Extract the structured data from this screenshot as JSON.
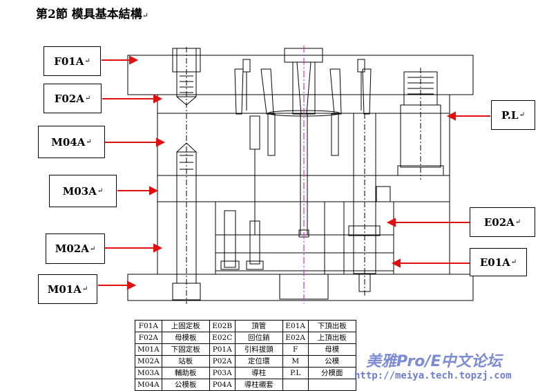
{
  "heading": {
    "text": "第2節  模具基本結構",
    "mark": "↵"
  },
  "labels": {
    "f01a": "F01A",
    "f02a": "F02A",
    "m04a": "M04A",
    "m03a": "M03A",
    "m02a": "M02A",
    "m01a": "M01A",
    "pl": "P.L",
    "e02a": "E02A",
    "e01a": "E01A"
  },
  "mark": "↵",
  "colors": {
    "arrow": "#e01010",
    "line": "#000000",
    "centerline": "#cc33cc",
    "watermark": "#6677cc"
  },
  "legend": [
    [
      "F01A",
      "上固定板",
      "E02B",
      "頂管",
      "E01A",
      "下頂出板"
    ],
    [
      "F02A",
      "母模板",
      "E02C",
      "回位銷",
      "E02A",
      "上頂出板"
    ],
    [
      "M01A",
      "下固定板",
      "P01A",
      "引料拔頭",
      "F",
      "母模"
    ],
    [
      "M02A",
      "站板",
      "P02A",
      "定位環",
      "M",
      "公模"
    ],
    [
      "M03A",
      "輔助板",
      "P03A",
      "導柱",
      "P.L",
      "分模面"
    ],
    [
      "M04A",
      "公模板",
      "P04A",
      "導柱襯套",
      "",
      ""
    ]
  ],
  "watermark": {
    "title": "美雅Pro/E中文论坛",
    "url": "http://meiya.tech.topzj.com"
  }
}
